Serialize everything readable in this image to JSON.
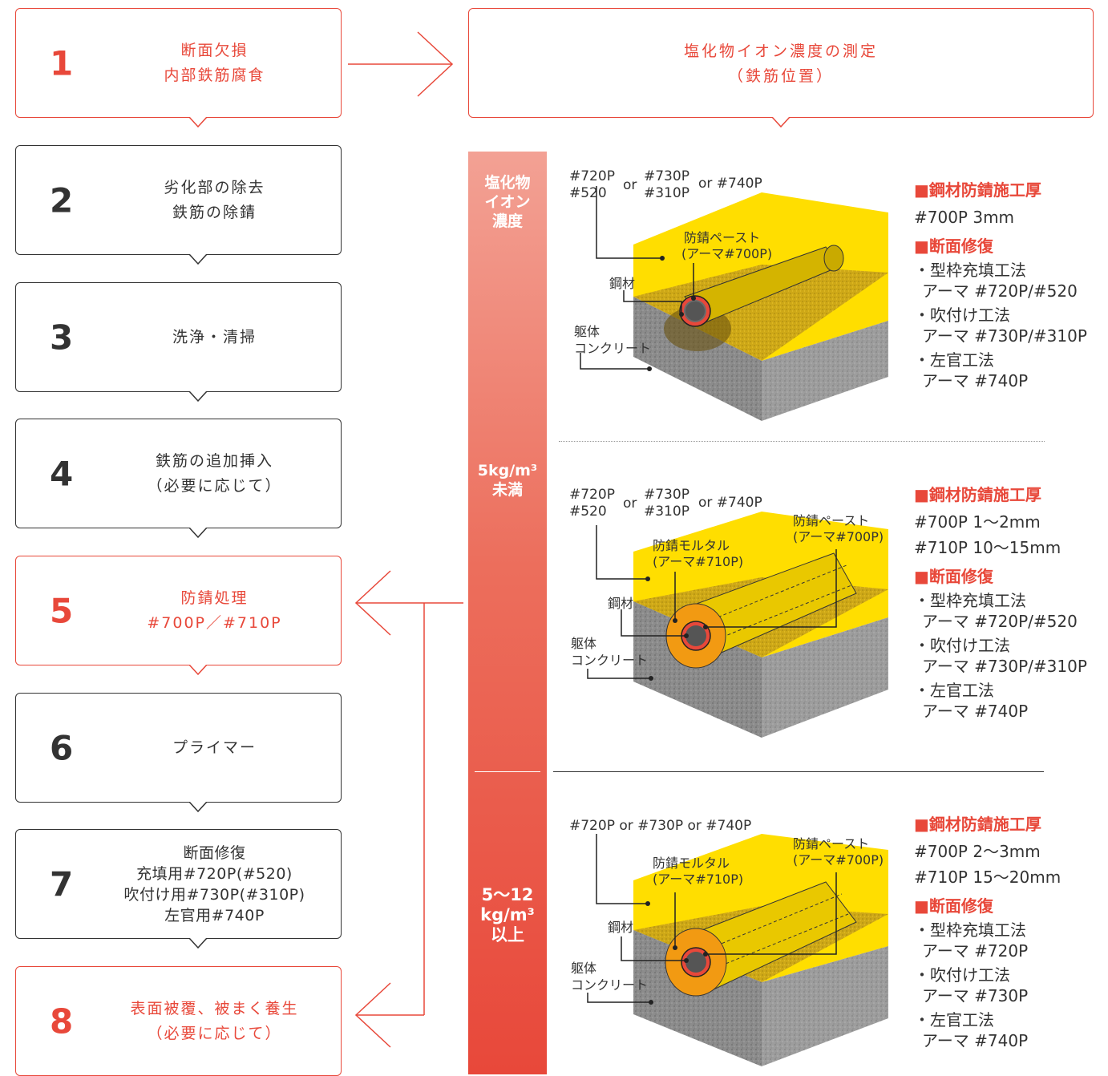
{
  "steps": [
    {
      "num": "1",
      "lines": [
        "断面欠損",
        "内部鉄筋腐食"
      ]
    },
    {
      "num": "2",
      "lines": [
        "劣化部の除去",
        "鉄筋の除錆"
      ]
    },
    {
      "num": "3",
      "lines": [
        "洗浄・清掃"
      ]
    },
    {
      "num": "4",
      "lines": [
        "鉄筋の追加挿入",
        "（必要に応じて）"
      ]
    },
    {
      "num": "5",
      "lines": [
        "防錆処理",
        "#700P／#710P"
      ]
    },
    {
      "num": "6",
      "lines": [
        "プライマー"
      ]
    },
    {
      "num": "7",
      "lines": [
        "断面修復",
        "充填用#720P(#520)",
        "吹付け用#730P(#310P)",
        "左官用#740P"
      ]
    },
    {
      "num": "8",
      "lines": [
        "表面被覆、被まく養生",
        "（必要に応じて）"
      ]
    }
  ],
  "header": {
    "lines": [
      "塩化物イオン濃度の測定",
      "（鉄筋位置）"
    ]
  },
  "bar": {
    "title": [
      "塩化物",
      "イオン",
      "濃度"
    ],
    "low": [
      "5kg/m³",
      "未満"
    ],
    "high": [
      "5～12",
      "kg/m³",
      "以上"
    ]
  },
  "panels": [
    {
      "top_a": "#720P",
      "top_b": "#520",
      "or1": "or",
      "top_c": "#730P",
      "top_d": "#310P",
      "or2": "or #740P",
      "paste": "防錆ペースト",
      "paste2": "(アーマ#700P)",
      "steel": "鋼材",
      "body1": "躯体",
      "body2": "コンクリート",
      "spec": {
        "h1": "■鋼材防錆施工厚",
        "t1": [
          "#700P 3mm"
        ],
        "h2": "■断面修復",
        "items": [
          "・型枠充填工法",
          "アーマ #720P/#520",
          "・吹付け工法",
          "アーマ #730P/#310P",
          "・左官工法",
          "アーマ #740P"
        ]
      }
    },
    {
      "top_a": "#720P",
      "top_b": "#520",
      "or1": "or",
      "top_c": "#730P",
      "top_d": "#310P",
      "or2": "or #740P",
      "paste": "防錆ペースト",
      "paste2": "(アーマ#700P)",
      "mortar": "防錆モルタル",
      "mortar2": "(アーマ#710P)",
      "steel": "鋼材",
      "body1": "躯体",
      "body2": "コンクリート",
      "spec": {
        "h1": "■鋼材防錆施工厚",
        "t1": [
          "#700P 1～2mm",
          "#710P 10～15mm"
        ],
        "h2": "■断面修復",
        "items": [
          "・型枠充填工法",
          "アーマ #720P/#520",
          "・吹付け工法",
          "アーマ #730P/#310P",
          "・左官工法",
          "アーマ #740P"
        ]
      }
    },
    {
      "top": "#720P or #730P or #740P",
      "paste": "防錆ペースト",
      "paste2": "(アーマ#700P)",
      "mortar": "防錆モルタル",
      "mortar2": "(アーマ#710P)",
      "steel": "鋼材",
      "body1": "躯体",
      "body2": "コンクリート",
      "spec": {
        "h1": "■鋼材防錆施工厚",
        "t1": [
          "#700P 2～3mm",
          "#710P 15～20mm"
        ],
        "h2": "■断面修復",
        "items": [
          "・型枠充填工法",
          "アーマ #720P",
          "・吹付け工法",
          "アーマ #730P",
          "・左官工法",
          "アーマ #740P"
        ]
      }
    }
  ],
  "colors": {
    "accent": "#e8483a",
    "yellow": "#ffde00",
    "concrete": "#8a8a8a",
    "orange": "#f29a12"
  }
}
